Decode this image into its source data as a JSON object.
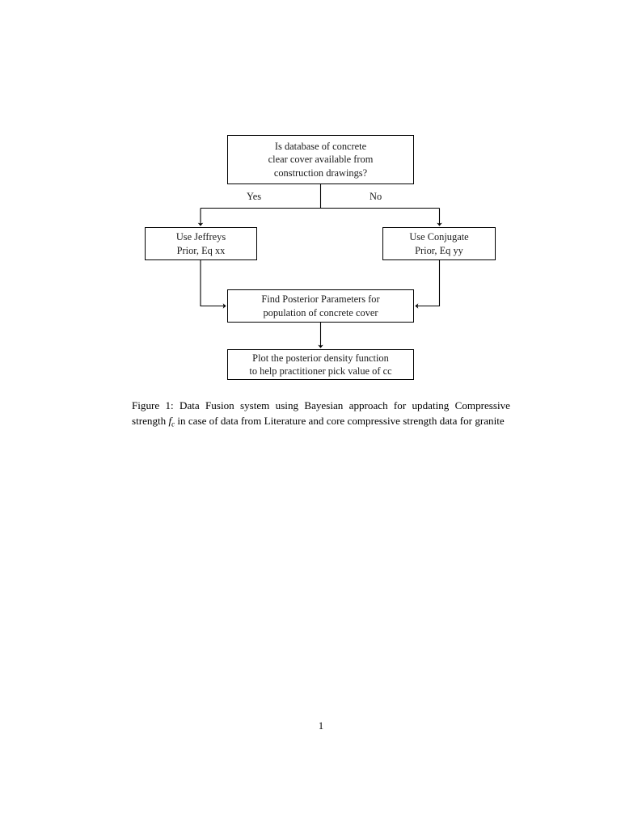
{
  "document": {
    "page_number": "1",
    "caption": {
      "prefix": "Figure 1:",
      "text_before_symbol": "Data Fusion system using Bayesian approach for updating Compressive strength",
      "symbol_base": "f",
      "symbol_subscript": "c",
      "text_after_symbol": "in case of data from Literature and core compressive strength data for granite",
      "full_text": "Figure 1: Data Fusion system using Bayesian approach for updating Compressive strength fc in case of data from Literature and core compressive strength data for granite"
    }
  },
  "flowchart": {
    "type": "flowchart",
    "nodes": [
      {
        "id": "decision",
        "shape": "rectangle",
        "lines": [
          "Is database of concrete",
          "clear cover available from",
          "construction drawings?"
        ]
      },
      {
        "id": "jeffreys",
        "shape": "rectangle",
        "lines": [
          "Use Jeffreys",
          "Prior, Eq xx"
        ]
      },
      {
        "id": "conjugate",
        "shape": "rectangle",
        "lines": [
          "Use Conjugate",
          "Prior, Eq yy"
        ]
      },
      {
        "id": "posterior",
        "shape": "rectangle",
        "lines": [
          "Find Posterior Parameters for",
          "population of concrete cover"
        ]
      },
      {
        "id": "plot",
        "shape": "rectangle",
        "lines": [
          "Plot the posterior density function",
          "to help practitioner pick value of cc"
        ]
      }
    ],
    "edges": [
      {
        "from": "decision",
        "to": "jeffreys",
        "label": "Yes"
      },
      {
        "from": "decision",
        "to": "conjugate",
        "label": "No"
      },
      {
        "from": "jeffreys",
        "to": "posterior",
        "label": ""
      },
      {
        "from": "conjugate",
        "to": "posterior",
        "label": ""
      },
      {
        "from": "posterior",
        "to": "plot",
        "label": ""
      }
    ],
    "colors": {
      "stroke": "#000000",
      "fill": "#ffffff",
      "text": "#1a1a1a"
    }
  }
}
